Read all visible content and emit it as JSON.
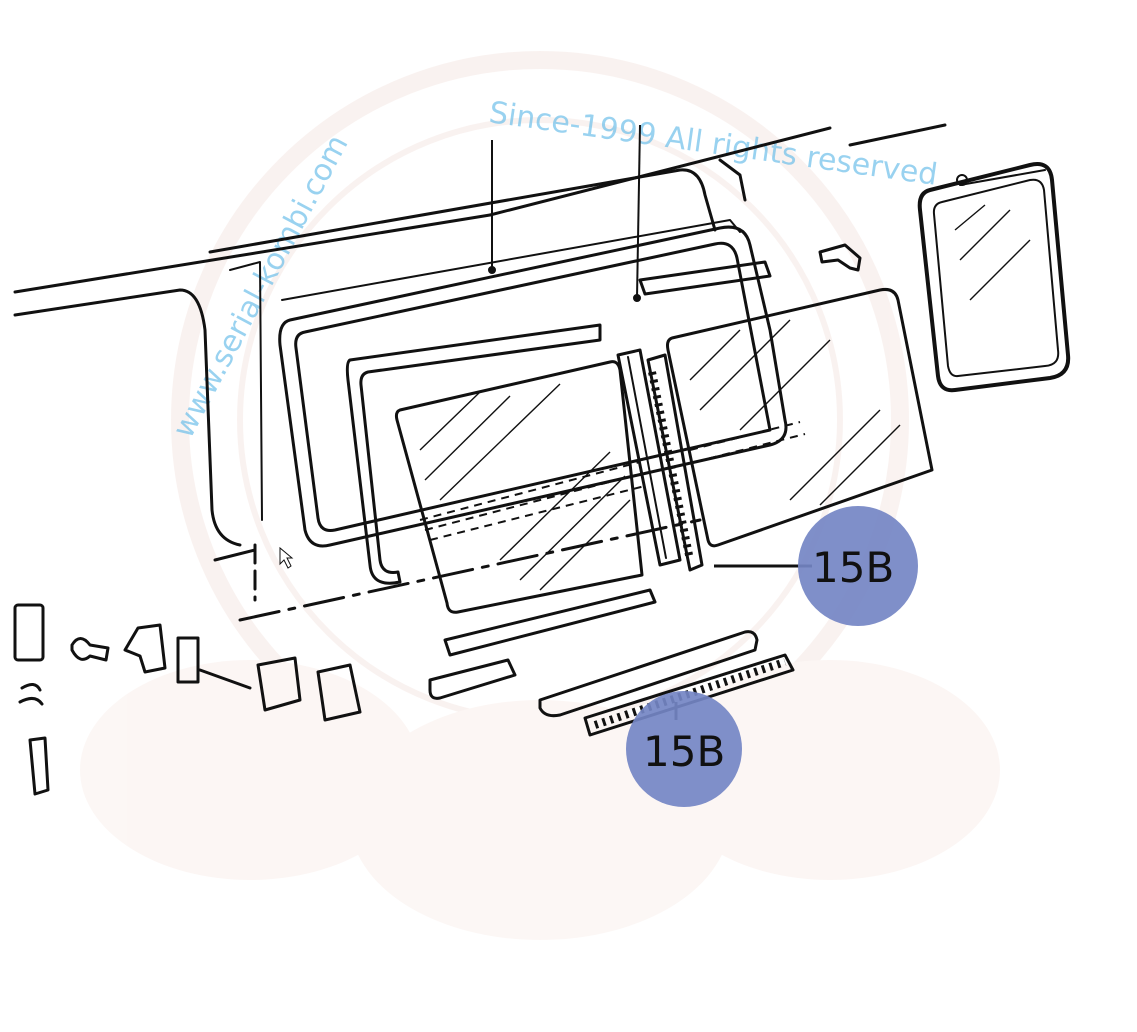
{
  "diagram": {
    "callouts": [
      {
        "id": "callout-upper",
        "label": "15B"
      },
      {
        "id": "callout-lower",
        "label": "15B"
      }
    ]
  },
  "watermark": {
    "site_text": "www.serial-kombi.com",
    "since_text": "Since-1999 All rights reserved",
    "color": "#6fc0ea",
    "seal_color": "#e8c9c0"
  },
  "colors": {
    "callout_fill": "#7486c4",
    "line": "#111111"
  }
}
